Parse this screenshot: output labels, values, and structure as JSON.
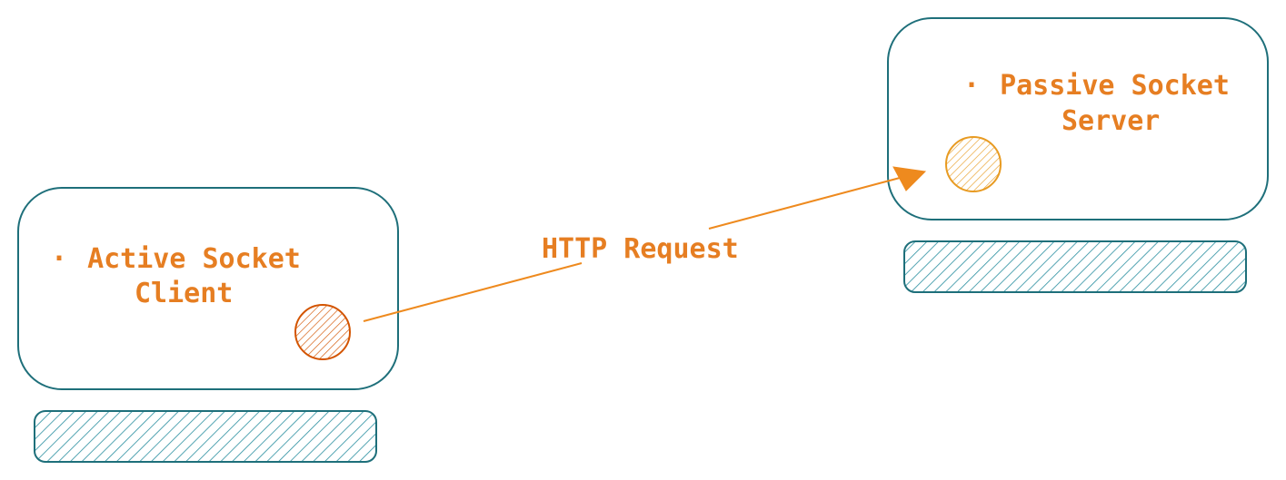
{
  "colors": {
    "frame": "#1e6f7a",
    "hatch_teal": "#2a8fa0",
    "label": "#e67e22",
    "client_dot": "#d35400",
    "server_dot": "#e89b22",
    "arrow": "#ee8a1e",
    "background": "#ffffff"
  },
  "client": {
    "bullet": "·",
    "line1": "Active Socket",
    "line2": "Client"
  },
  "server": {
    "bullet": "·",
    "line1": "Passive Socket",
    "line2": "Server"
  },
  "connection": {
    "label": "HTTP Request",
    "direction": "client-to-server"
  }
}
